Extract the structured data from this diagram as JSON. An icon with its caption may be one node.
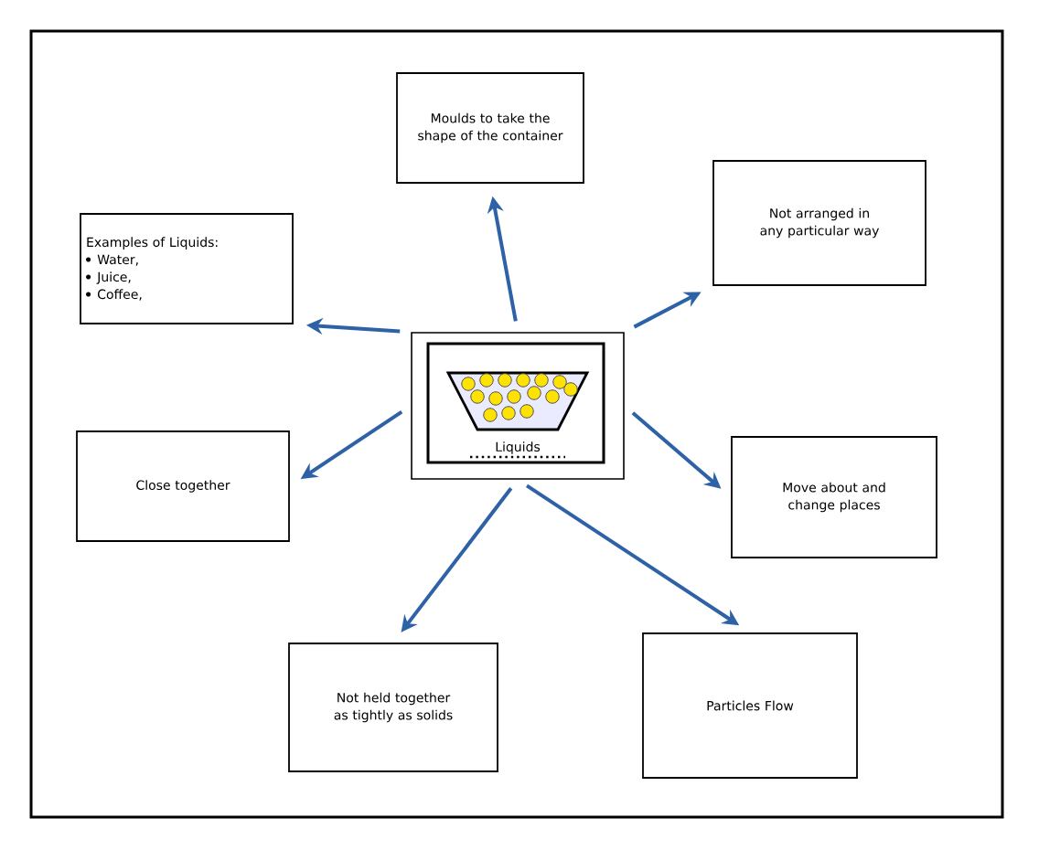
{
  "diagram": {
    "nodes": [
      {
        "text": [
          "Liquids"
        ]
      },
      {
        "text": [
          "Examples of Liquids:",
          "Water,",
          "Juice,",
          "Coffee,"
        ]
      },
      {
        "text": [
          "Moulds to take the shape of the container"
        ]
      },
      {
        "text": [
          "Not arranged in any particular way"
        ]
      },
      {
        "text": [
          "Close together"
        ]
      },
      {
        "text": [
          "Move about and change places"
        ]
      },
      {
        "text": [
          "Not held together as tightly as solids"
        ]
      },
      {
        "text": [
          "Particles Flow"
        ]
      }
    ],
    "edges": [
      {
        "from": 0,
        "to": 1,
        "arrow": "to"
      },
      {
        "from": 0,
        "to": 2,
        "arrow": "to"
      },
      {
        "from": 0,
        "to": 3,
        "arrow": "to"
      },
      {
        "from": 0,
        "to": 4,
        "arrow": "to"
      },
      {
        "from": 0,
        "to": 5,
        "arrow": "to"
      },
      {
        "from": 0,
        "to": 6,
        "arrow": "to"
      },
      {
        "from": 0,
        "to": 7,
        "arrow": "to"
      }
    ]
  }
}
